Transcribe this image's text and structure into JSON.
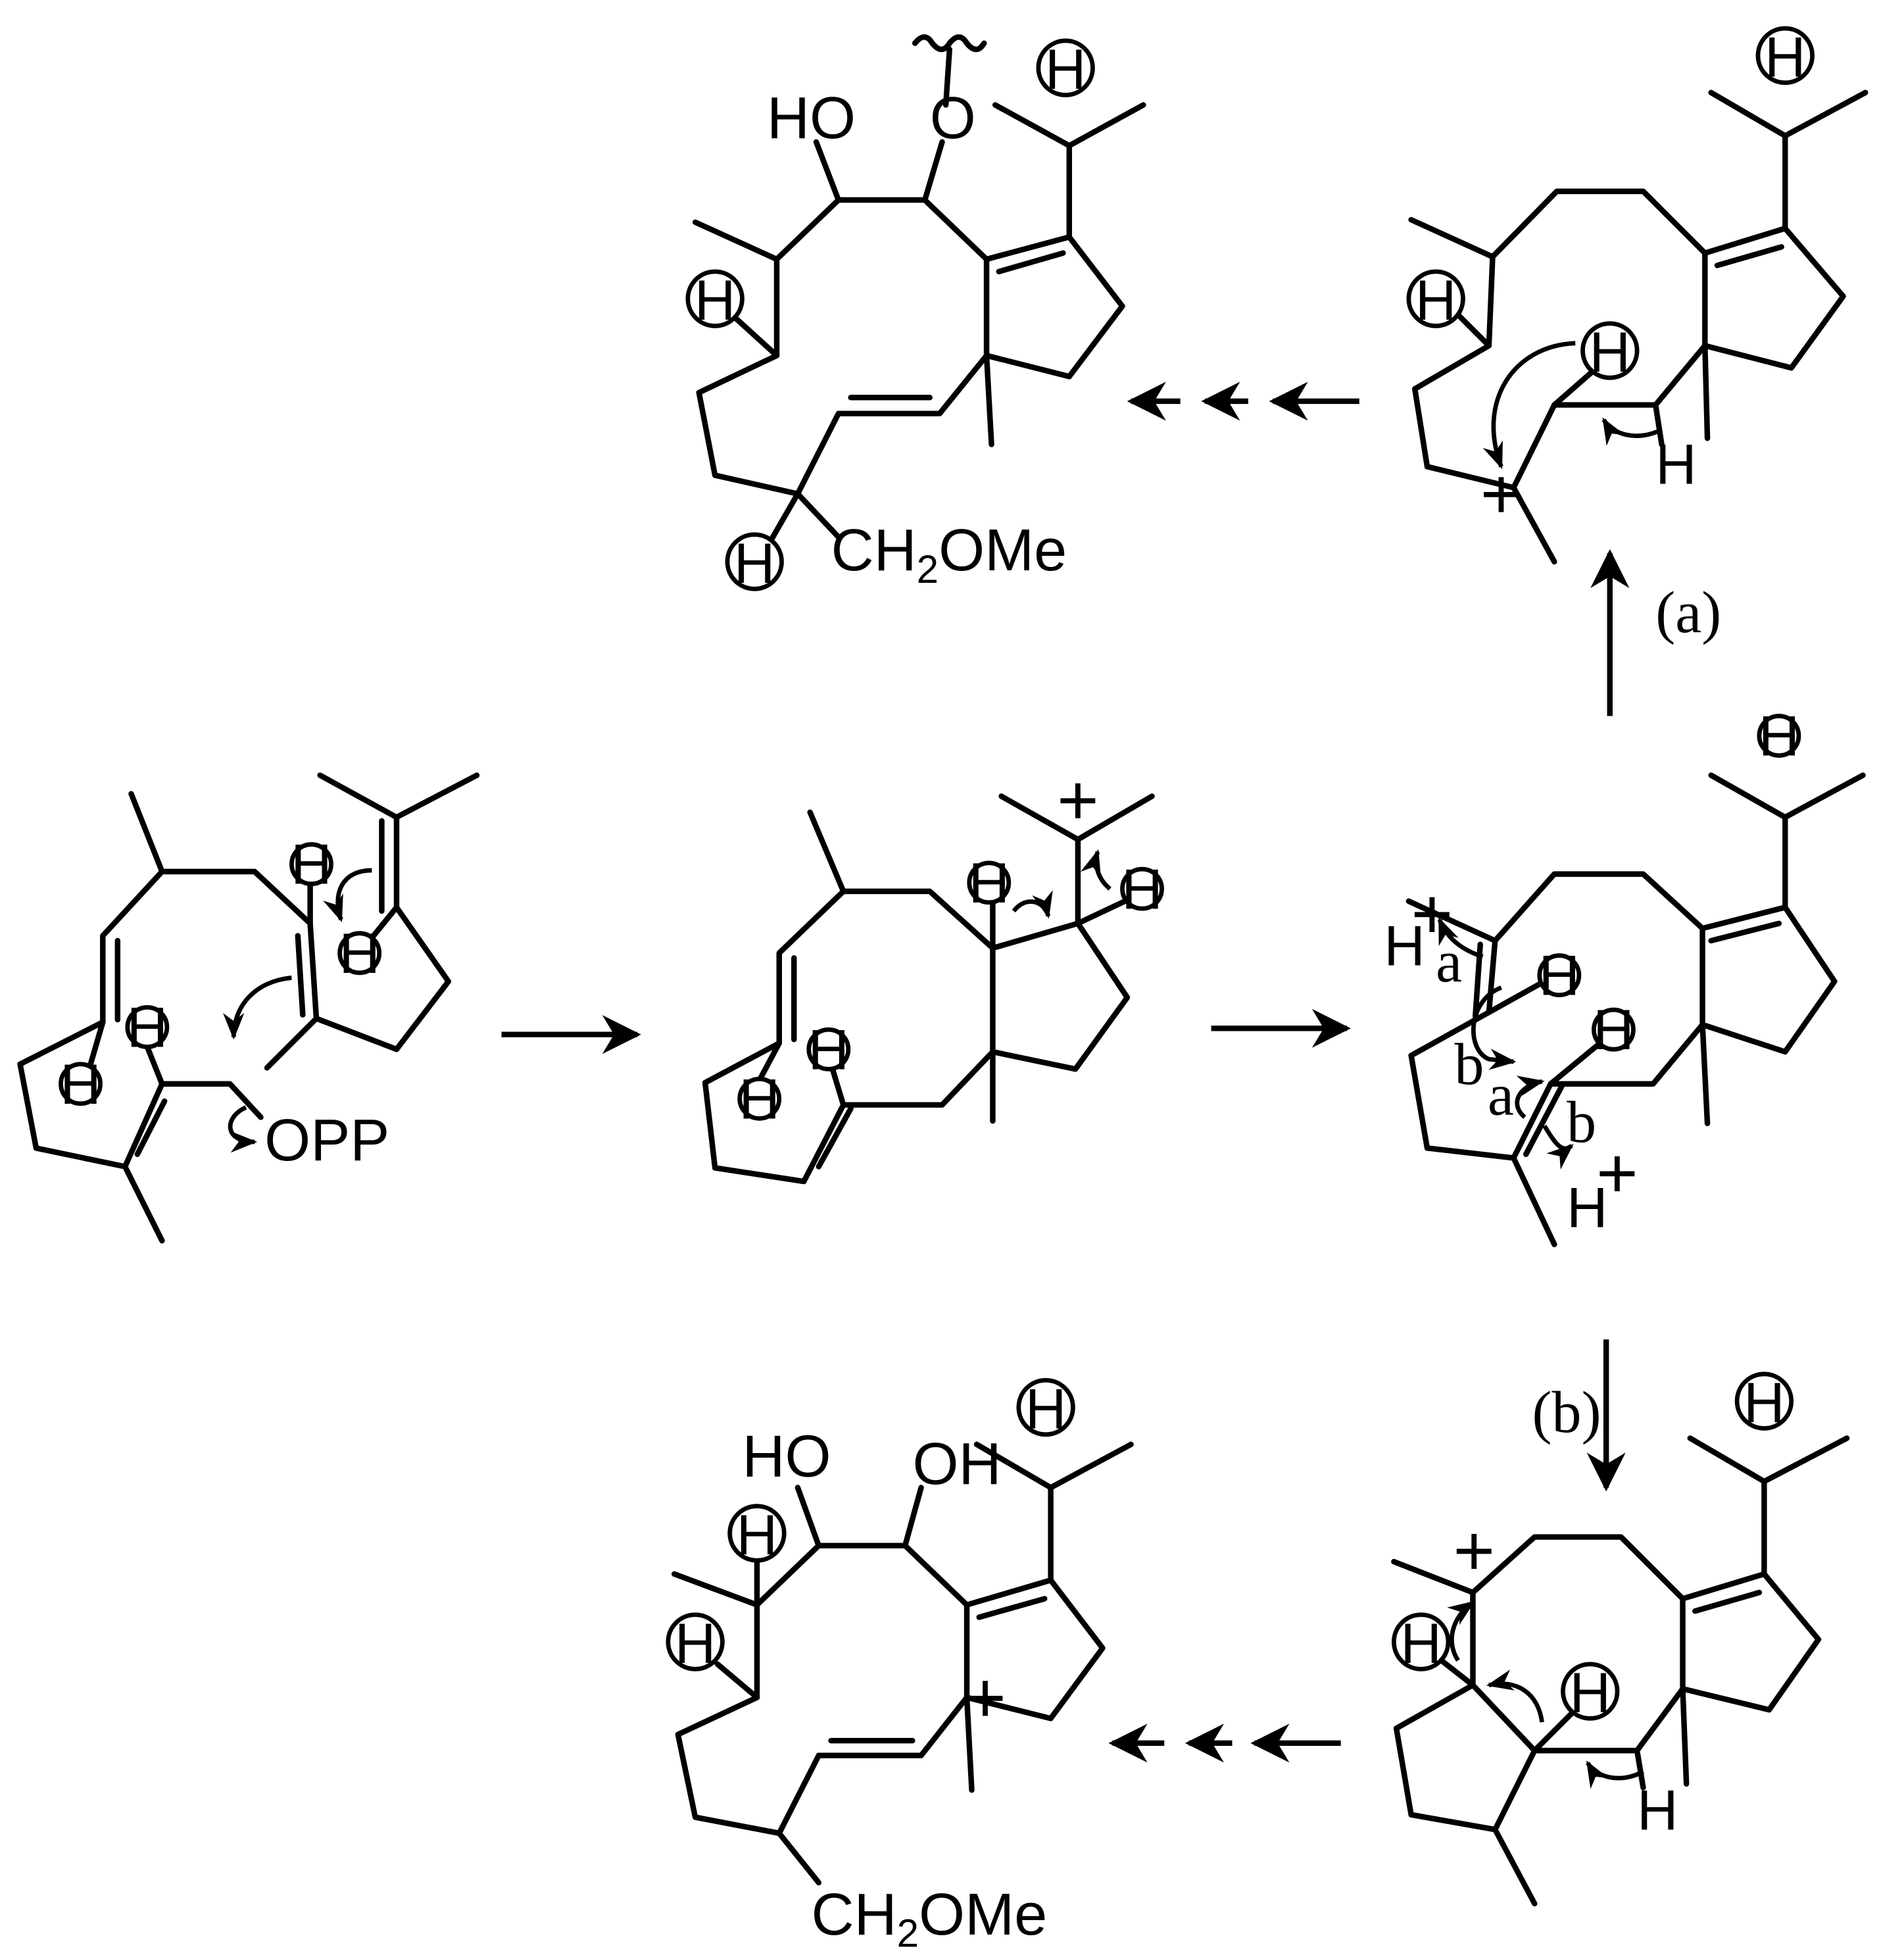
{
  "labels": {
    "h": "H",
    "plus": "+",
    "opp": "OPP",
    "ho": "HO",
    "oh": "OH",
    "o": "O",
    "ch2ome_a": "CH",
    "ch2ome_sub": "2",
    "ch2ome_b": "OMe",
    "path_a_label": "(a)",
    "path_b_label": "(b)",
    "arrow_a": "a",
    "arrow_b": "b"
  },
  "colors": {
    "ink": "#000000",
    "background": "#ffffff"
  }
}
